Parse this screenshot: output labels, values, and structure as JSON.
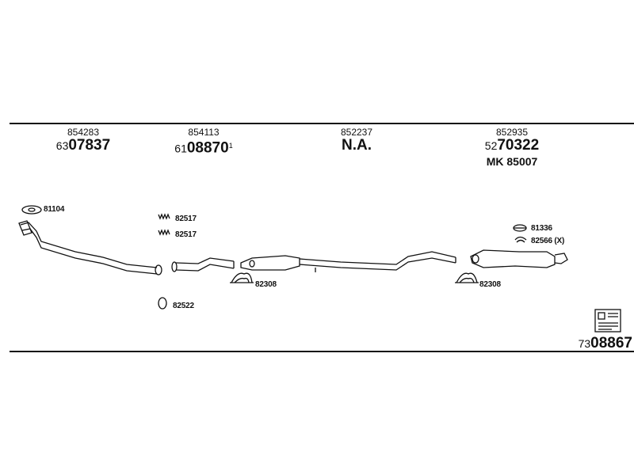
{
  "parts": [
    {
      "ref": "854283",
      "prefix": "63",
      "code": "07837",
      "sup": "",
      "sub": ""
    },
    {
      "ref": "854113",
      "prefix": "61",
      "code": "08870",
      "sup": "1",
      "sub": ""
    },
    {
      "ref": "852237",
      "prefix": "",
      "code": "N.A.",
      "sup": "",
      "sub": ""
    },
    {
      "ref": "852935",
      "prefix": "52",
      "code": "70322",
      "sup": "",
      "sub": "MK 85007"
    }
  ],
  "labels": {
    "gasket_a": "81104",
    "bolt_1": "82517",
    "bolt_2": "82517",
    "ring": "82522",
    "clamp_1": "82308",
    "clamp_2": "82308",
    "rubber": "81336",
    "hanger": "82566 (X)"
  },
  "reference": {
    "prefix": "73",
    "code": "08867"
  }
}
